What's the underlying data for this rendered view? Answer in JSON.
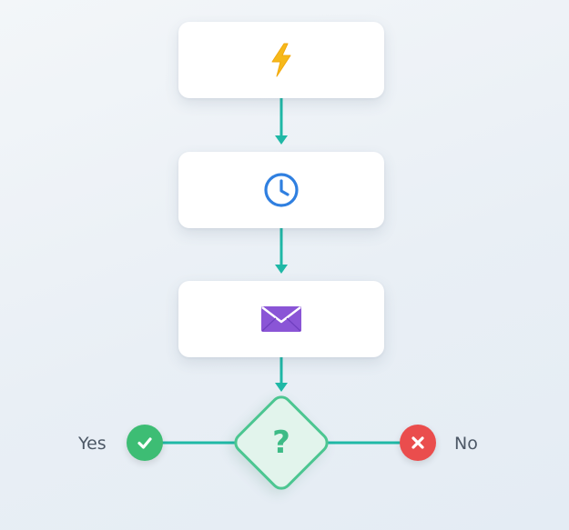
{
  "flow": {
    "steps": [
      {
        "icon": "lightning-bolt-icon"
      },
      {
        "icon": "clock-icon"
      },
      {
        "icon": "envelope-icon"
      }
    ],
    "decision": {
      "label": "?",
      "icon": "question-mark",
      "branches": {
        "yes": {
          "label": "Yes",
          "icon": "checkmark-icon"
        },
        "no": {
          "label": "No",
          "icon": "cross-icon"
        }
      }
    }
  },
  "colors": {
    "connector": "#1fb8a6",
    "trigger_icon": "#f6b91a",
    "clock_icon": "#2f7fe0",
    "envelope_icon": "#8a55d6",
    "decision_border": "#4cc691",
    "decision_fill": "#e2f4ec",
    "yes": "#3dbd74",
    "no": "#ea4d4d"
  }
}
